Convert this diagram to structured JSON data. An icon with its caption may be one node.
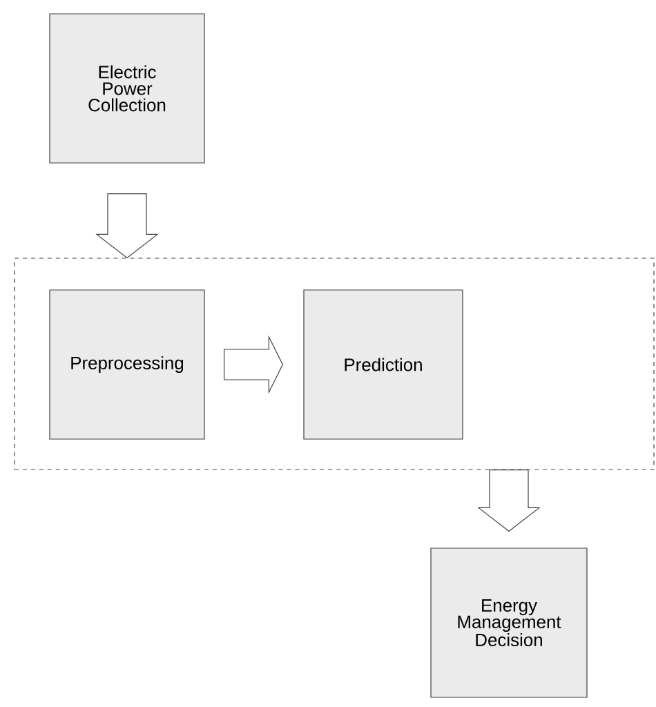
{
  "diagram": {
    "nodes": [
      {
        "text": [
          "Electric Power Collection"
        ]
      },
      {
        "text": [],
        "shape": "box"
      },
      {
        "text": [
          "Preprocessing"
        ],
        "in": 1
      },
      {
        "text": [
          "Prediction"
        ],
        "in": 1
      },
      {
        "text": [
          "Energy Management Decision"
        ]
      }
    ],
    "edges": [
      {
        "from": 0,
        "to": 1,
        "arrow": "to"
      },
      {
        "from": 2,
        "to": 3,
        "arrow": "to"
      },
      {
        "from": 1,
        "to": 4,
        "arrow": "to"
      }
    ]
  }
}
